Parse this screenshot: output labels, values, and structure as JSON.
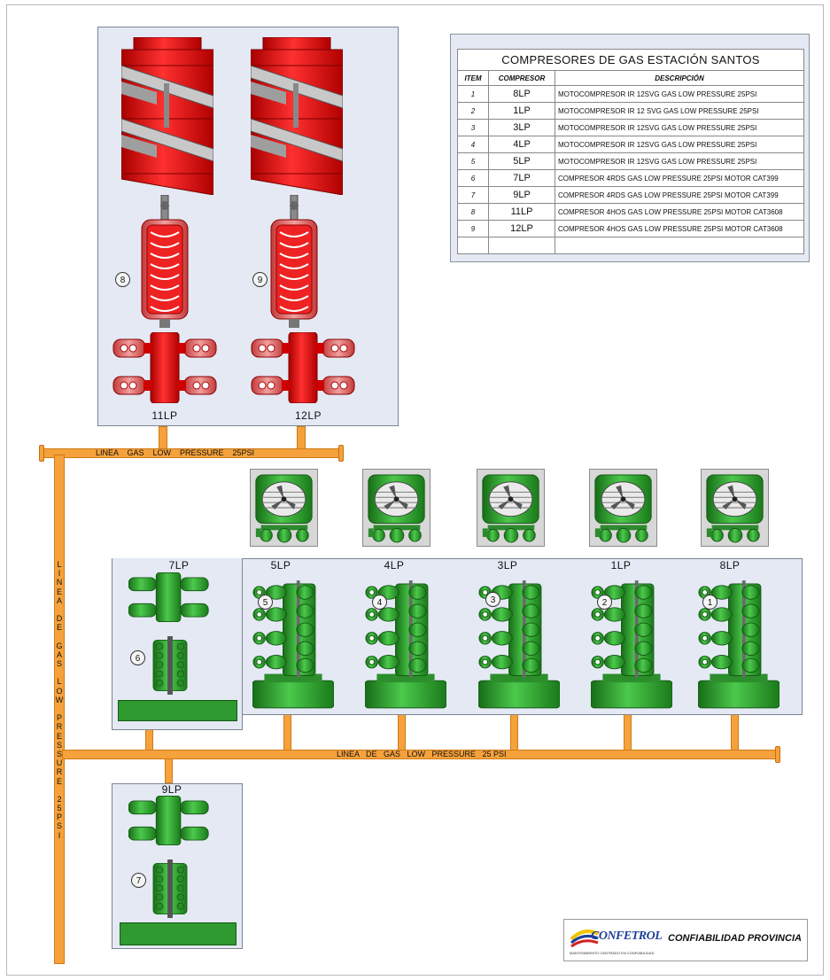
{
  "table": {
    "title": "COMPRESORES DE GAS ESTACIÓN SANTOS",
    "headers": {
      "item": "ITEM",
      "compresor": "COMPRESOR",
      "descripcion": "DESCRIPCIÓN"
    },
    "rows": [
      {
        "item": "1",
        "compresor": "8LP",
        "descripcion": "MOTOCOMPRESOR IR 12SVG GAS LOW PRESSURE 25PSI"
      },
      {
        "item": "2",
        "compresor": "1LP",
        "descripcion": "MOTOCOMPRESOR IR 12 SVG GAS LOW PRESSURE 25PSI"
      },
      {
        "item": "3",
        "compresor": "3LP",
        "descripcion": "MOTOCOMPRESOR IR 12SVG GAS LOW PRESSURE 25PSI"
      },
      {
        "item": "4",
        "compresor": "4LP",
        "descripcion": "MOTOCOMPRESOR IR 12SVG GAS LOW PRESSURE 25PSI"
      },
      {
        "item": "5",
        "compresor": "5LP",
        "descripcion": "MOTOCOMPRESOR IR 12SVG GAS LOW PRESSURE 25PSI"
      },
      {
        "item": "6",
        "compresor": "7LP",
        "descripcion": "COMPRESOR  4RDS GAS LOW PRESSURE 25PSI   MOTOR CAT399"
      },
      {
        "item": "7",
        "compresor": "9LP",
        "descripcion": "COMPRESOR  4RDS GAS LOW PRESSURE 25PSI   MOTOR CAT399"
      },
      {
        "item": "8",
        "compresor": "11LP",
        "descripcion": "COMPRESOR  4HOS GAS LOW PRESSURE 25PSI  MOTOR CAT3608"
      },
      {
        "item": "9",
        "compresor": "12LP",
        "descripcion": "COMPRESOR  4HOS GAS LOW PRESSURE 25PSI  MOTOR CAT3608"
      }
    ]
  },
  "units": {
    "u11": {
      "label": "11LP",
      "callout": "8"
    },
    "u12": {
      "label": "12LP",
      "callout": "9"
    },
    "u7": {
      "label": "7LP",
      "callout": "6"
    },
    "u5": {
      "label": "5LP",
      "callout": "5"
    },
    "u4": {
      "label": "4LP",
      "callout": "4"
    },
    "u3": {
      "label": "3LP",
      "callout": "3"
    },
    "u1": {
      "label": "1LP",
      "callout": "2"
    },
    "u8": {
      "label": "8LP",
      "callout": "1"
    },
    "u9": {
      "label": "9LP",
      "callout": "7"
    }
  },
  "pipes": {
    "top_label": "LINEA    GAS    LOW    PRESSURE    25PSI",
    "middle_label": "LINEA   DE   GAS   LOW   PRESSURE   25 PSI",
    "vertical_label": [
      "L",
      "I",
      "N",
      "E",
      "A",
      "",
      "D",
      "E",
      "",
      "G",
      "A",
      "S",
      "",
      "L",
      "O",
      "W",
      "",
      "P",
      "R",
      "E",
      "S",
      "S",
      "U",
      "R",
      "E",
      "",
      "2",
      "5",
      "P",
      "S",
      "I"
    ]
  },
  "logo": {
    "brand": "CONFETROL",
    "tagline": "MANTENIMIENTO CENTRADO EN CONFIABILIDAD",
    "caption": "CONFIABILIDAD PROVINCIA"
  },
  "colors": {
    "pipe": "#f5a23c",
    "red_unit": "#e01515",
    "green_unit": "#2e9a2e",
    "panel": "#e4e9f4"
  }
}
